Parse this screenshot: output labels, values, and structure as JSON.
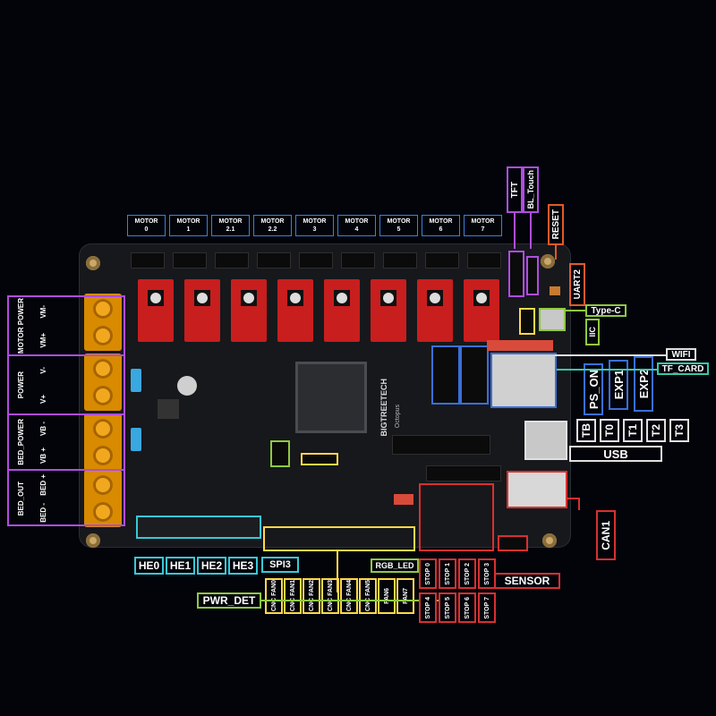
{
  "board": {
    "silk_brand": "BIGTREETECH",
    "silk_model": "Octopus"
  },
  "motors": [
    {
      "title": "MOTOR",
      "num": "0"
    },
    {
      "title": "MOTOR",
      "num": "1"
    },
    {
      "title": "MOTOR",
      "num": "2.1"
    },
    {
      "title": "MOTOR",
      "num": "2.2"
    },
    {
      "title": "MOTOR",
      "num": "3"
    },
    {
      "title": "MOTOR",
      "num": "4"
    },
    {
      "title": "MOTOR",
      "num": "5"
    },
    {
      "title": "MOTOR",
      "num": "6"
    },
    {
      "title": "MOTOR",
      "num": "7"
    }
  ],
  "power_labels": {
    "motor_power": "MOTOR POWER",
    "vm_minus": "VM-",
    "vm_plus": "VM+",
    "power": "POWER",
    "v_minus": "V-",
    "v_plus": "V+",
    "bed_power": "BED_POWER",
    "vb_minus": "VB -",
    "vb_plus": "VB +",
    "bed_out": "BED_OUT",
    "bed_plus": "BED +",
    "bed_minus": "BED -"
  },
  "top_right": {
    "tft": "TFT",
    "bl_touch": "BL_Touch",
    "reset": "RESET",
    "uart2": "UART2",
    "type_c": "Type-C",
    "iic": "IIC",
    "wifi": "WIFI",
    "tf_card": "TF_CARD",
    "ps_on": "PS_ON",
    "exp1": "EXP1",
    "exp2": "EXP2"
  },
  "thermistors": [
    "TB",
    "T0",
    "T1",
    "T2",
    "T3"
  ],
  "usb": "USB",
  "can1": "CAN1",
  "sensor": "SENSOR",
  "heaters": [
    "HE0",
    "HE1",
    "HE2",
    "HE3"
  ],
  "spi3": "SPI3",
  "pwr_det": "PWR_DET",
  "rgb_led": "RGB_LED",
  "fans": [
    "CNC FAN0",
    "CNC FAN1",
    "CNC FAN2",
    "CNC FAN3",
    "CNC FAN4",
    "CNC FAN5",
    "FAN6",
    "FAN7"
  ],
  "stops": [
    "STOP 0",
    "STOP 1",
    "STOP 2",
    "STOP 3",
    "STOP 4",
    "STOP 5",
    "STOP 6",
    "STOP 7"
  ],
  "colors": {
    "motor_border": "#3f7fd8",
    "power_border": "#b04de0",
    "heater_border": "#38c8d8",
    "fan_border": "#ffd84a",
    "pwr_det_border": "#90c840",
    "stop_border": "#d83030",
    "usb_border": "#e0e0e0",
    "exp_border": "#3a6fd8",
    "reset_border": "#e05a2a"
  }
}
